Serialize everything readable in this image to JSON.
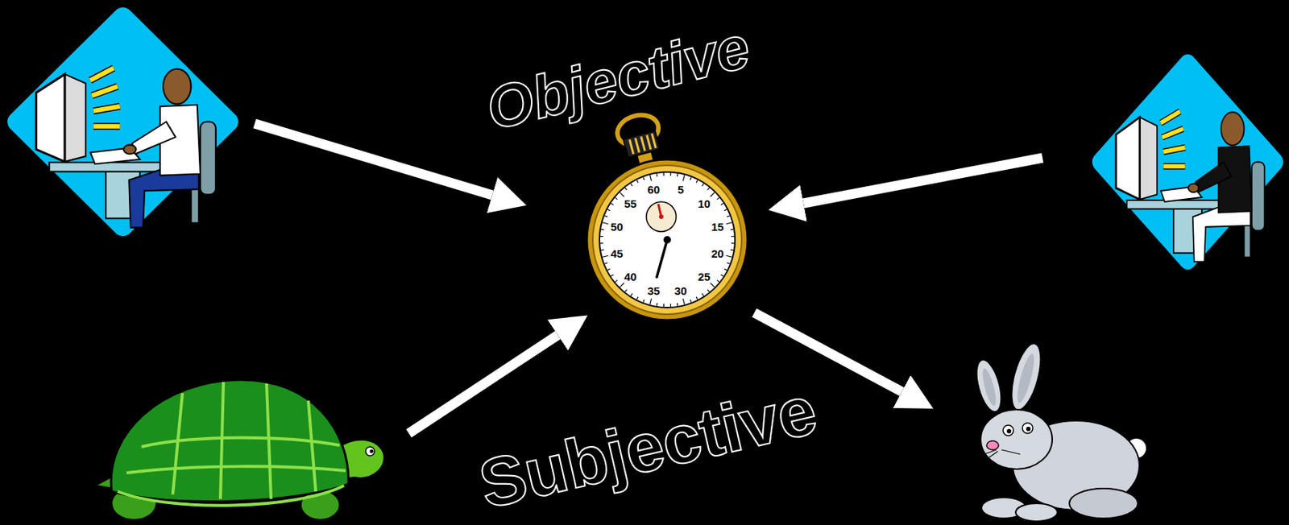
{
  "diagram": {
    "labels": [
      "Objective",
      "60",
      "5",
      "10",
      "15",
      "20",
      "25",
      "30",
      "35",
      "40",
      "45",
      "50",
      "55",
      "Subjective"
    ]
  }
}
